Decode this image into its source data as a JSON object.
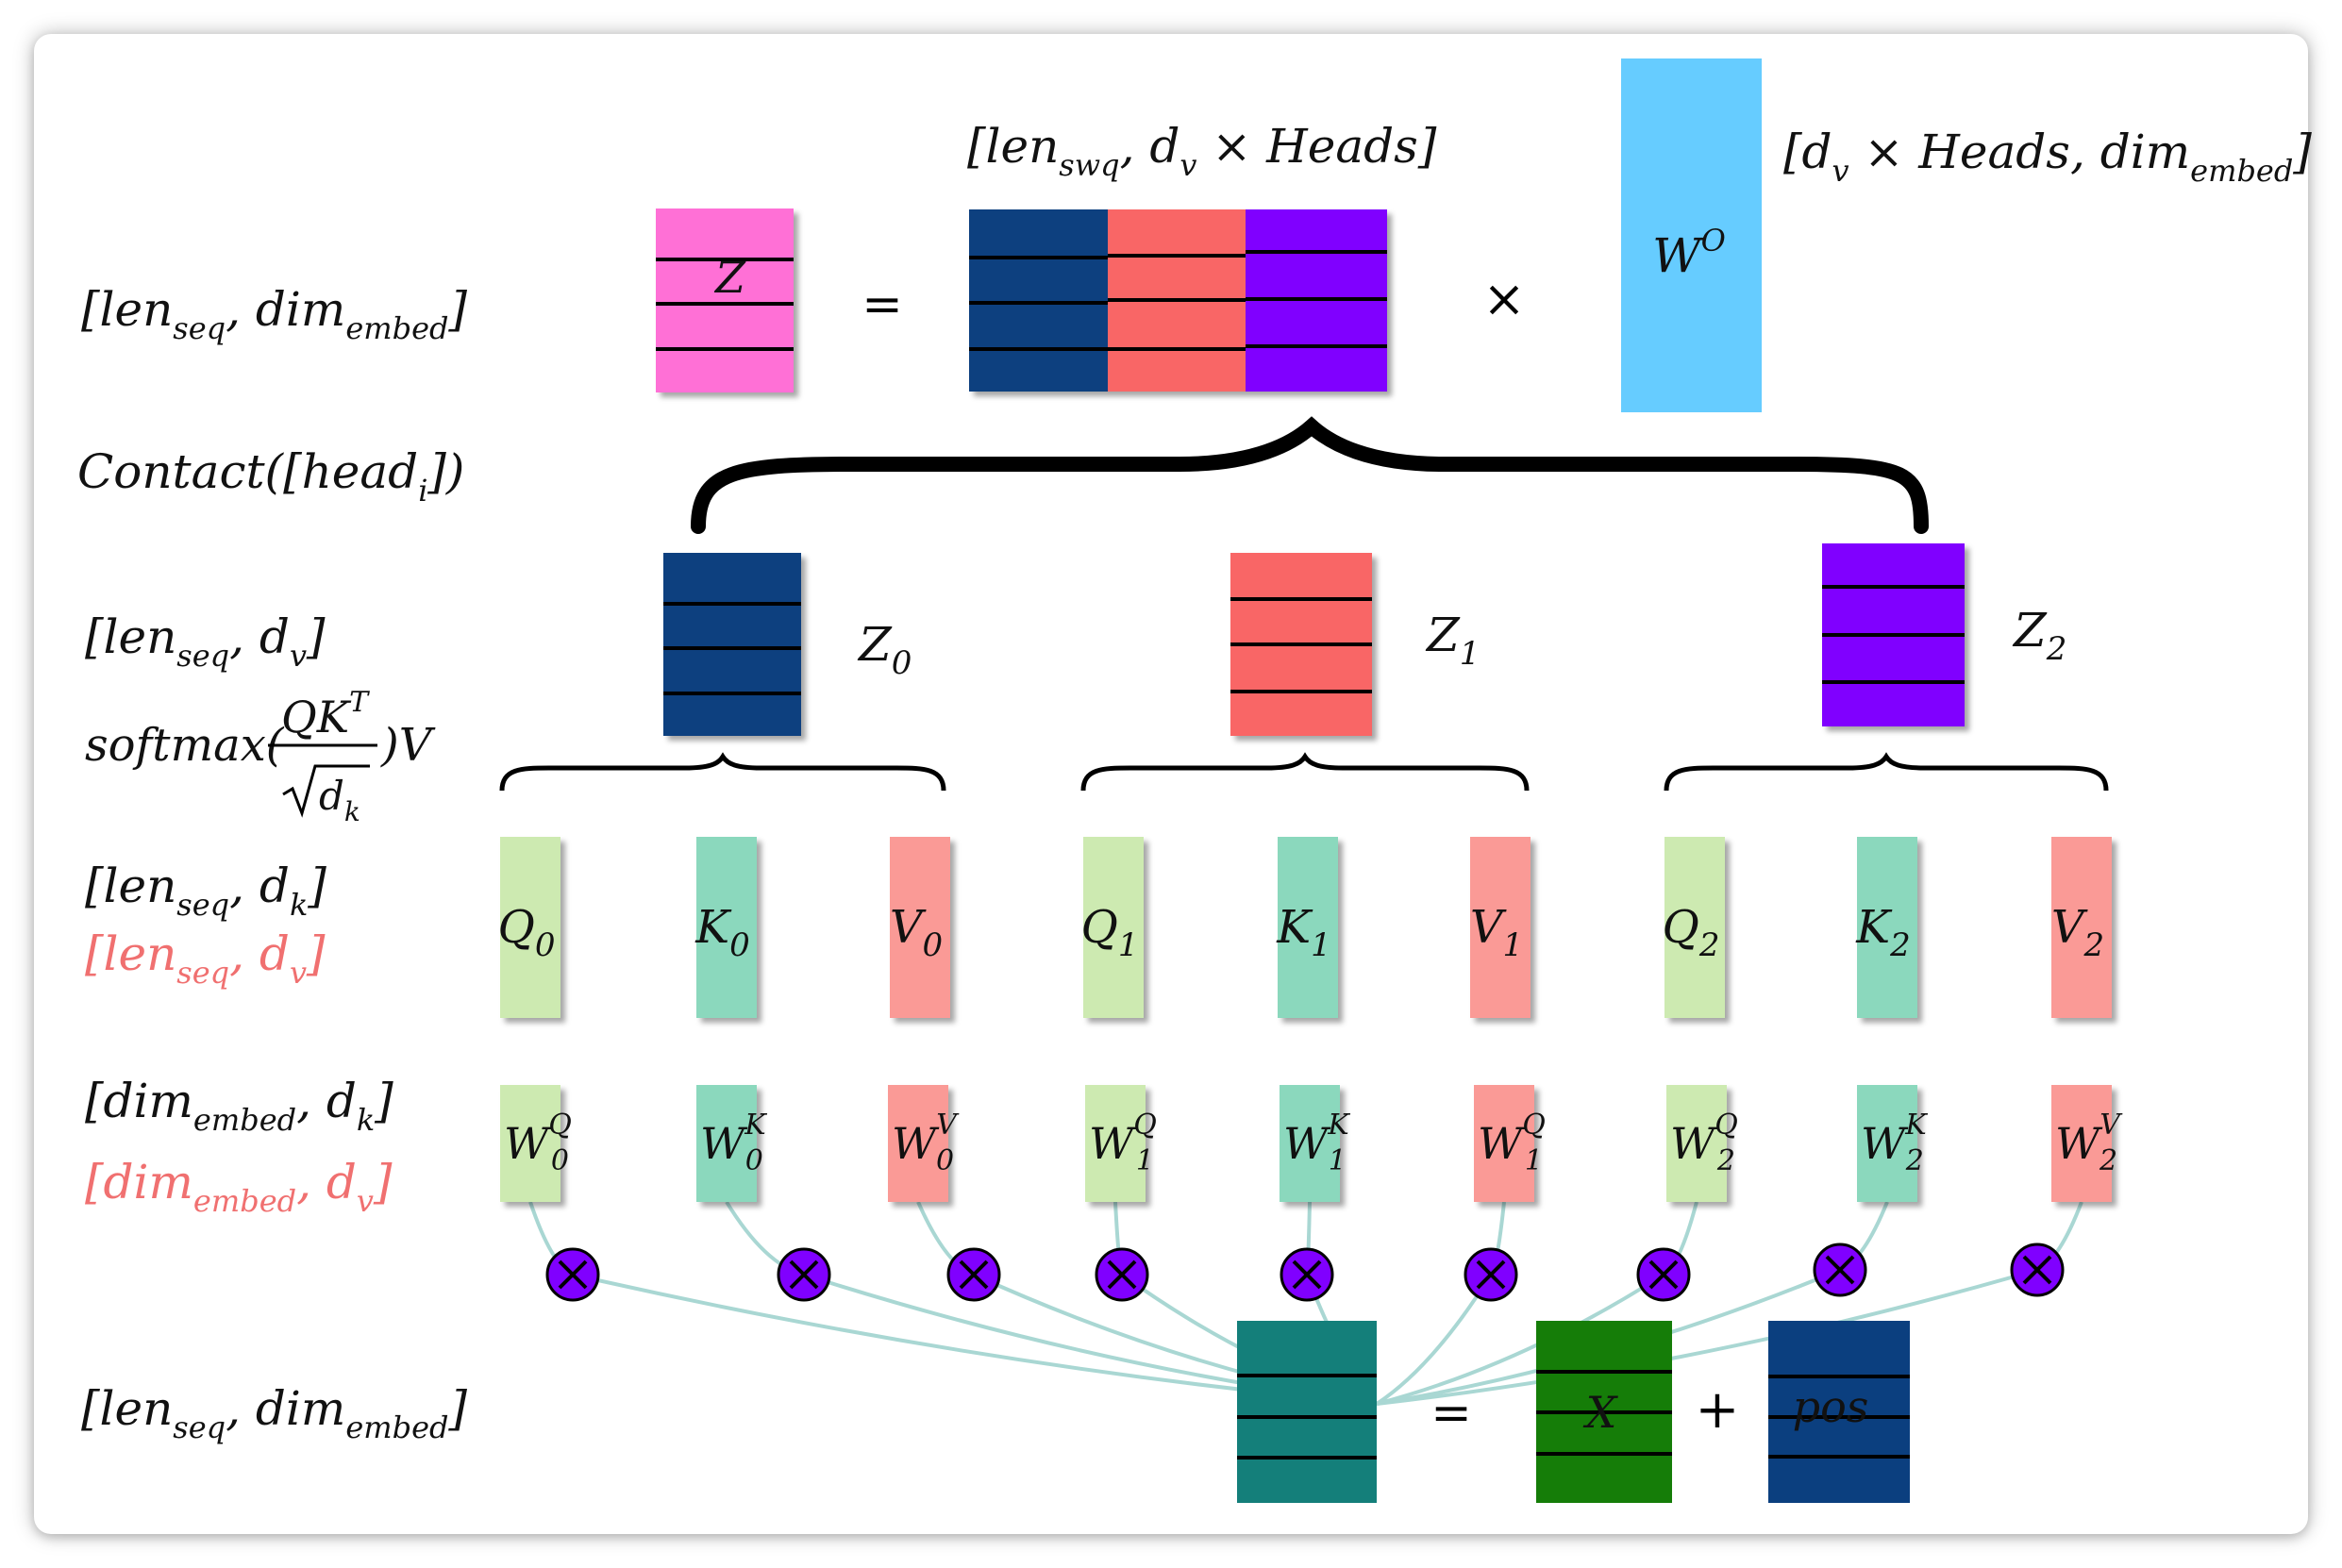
{
  "colors": {
    "z": "#ff6fd6",
    "head0": "#0b3f7f",
    "head1": "#f96666",
    "head2": "#8000ff",
    "wo": "#66ccff",
    "q": "#cdeab1",
    "k": "#8bd8bd",
    "v": "#fa9a96",
    "emb": "#147f7a",
    "x": "#157d08",
    "pos": "#0b3f7f",
    "mul": "#8000ff",
    "conn": "#a9d7d3"
  },
  "left_labels": {
    "row1": {
      "base": "[len",
      "sub1": "seq",
      "mid": ", dim",
      "sub2": "embed",
      "end": "]"
    },
    "row2": {
      "text": "Contact([head",
      "sub": "i",
      "end": "])"
    },
    "row3": {
      "base": "[len",
      "sub1": "seq",
      "mid": ", d",
      "sub2": "v",
      "end": "]"
    },
    "row3b": {
      "pre": "softmax(",
      "num": "QK",
      "sup": "T",
      "den": "d",
      "densub": "k",
      "post": ")V"
    },
    "row4": {
      "base": "[len",
      "sub1": "seq",
      "mid": ", d",
      "sub2": "k",
      "end": "]"
    },
    "row4b": {
      "base": "[len",
      "sub1": "seq",
      "mid": ", d",
      "sub2": "v",
      "end": "]"
    },
    "row5": {
      "base": "[dim",
      "sub1": "embed",
      "mid": ", d",
      "sub2": "k",
      "end": "]"
    },
    "row5b": {
      "base": "[dim",
      "sub1": "embed",
      "mid": ", d",
      "sub2": "v",
      "end": "]"
    },
    "row6": {
      "base": "[len",
      "sub1": "seq",
      "mid": ", dim",
      "sub2": "embed",
      "end": "]"
    }
  },
  "top": {
    "z_label": "Z",
    "equals": "=",
    "times": "×",
    "concat_dims": {
      "base": "[len",
      "sub1": "swq",
      "mid": ", d",
      "sub2": "v",
      "end": " × Heads]"
    },
    "wo_label": {
      "base": "W",
      "sup": "O"
    },
    "wo_dims": {
      "base": "[d",
      "sub1": "v",
      "mid": " × Heads, dim",
      "sub2": "embed",
      "end": "]"
    }
  },
  "heads": [
    {
      "label": "Z",
      "sub": "0"
    },
    {
      "label": "Z",
      "sub": "1"
    },
    {
      "label": "Z",
      "sub": "2"
    }
  ],
  "qkv": [
    {
      "label": "Q",
      "sub": "0"
    },
    {
      "label": "K",
      "sub": "0"
    },
    {
      "label": "V",
      "sub": "0"
    },
    {
      "label": "Q",
      "sub": "1"
    },
    {
      "label": "K",
      "sub": "1"
    },
    {
      "label": "V",
      "sub": "1"
    },
    {
      "label": "Q",
      "sub": "2"
    },
    {
      "label": "K",
      "sub": "2"
    },
    {
      "label": "V",
      "sub": "2"
    }
  ],
  "weights": [
    {
      "sup": "Q",
      "sub": "0"
    },
    {
      "sup": "K",
      "sub": "0"
    },
    {
      "sup": "V",
      "sub": "0"
    },
    {
      "sup": "Q",
      "sub": "1"
    },
    {
      "sup": "K",
      "sub": "1"
    },
    {
      "sup": "Q",
      "sub": "1"
    },
    {
      "sup": "Q",
      "sub": "2"
    },
    {
      "sup": "K",
      "sub": "2"
    },
    {
      "sup": "V",
      "sub": "2"
    }
  ],
  "bottom": {
    "equals": "=",
    "plus": "+",
    "x_label": "X",
    "pos_label": "pos"
  }
}
